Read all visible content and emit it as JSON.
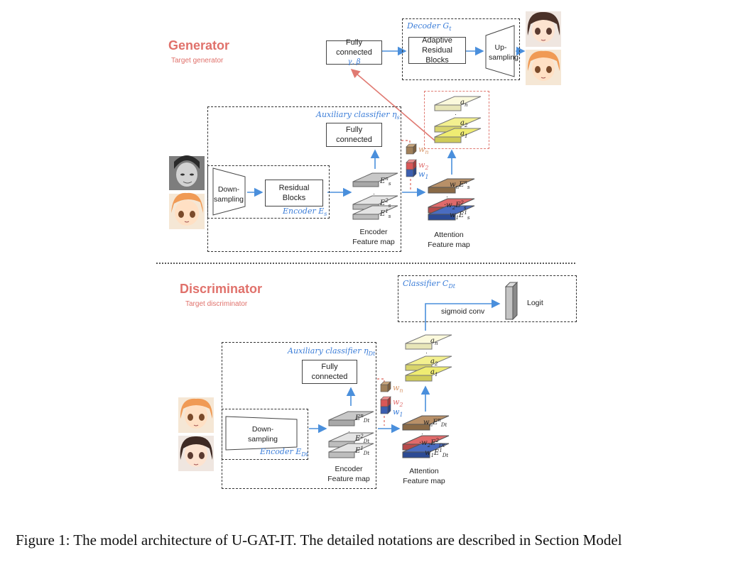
{
  "generator": {
    "title": "Generator",
    "subtitle": "Target generator",
    "decoder_label": "Decoder G",
    "decoder_sub": "t",
    "fc_top_label": "Fully connected",
    "fc_top_params": "γ, β",
    "adaptive_label": "Adaptive Residual Blocks",
    "upsampling_label": "Up-sampling",
    "aux_label": "Auxiliary classifier η",
    "aux_sub": "s",
    "fc_aux_label": "Fully connected",
    "downsampling_label": "Down-sampling",
    "residual_label": "Residual Blocks",
    "encoder_label": "Encoder E",
    "encoder_sub": "s",
    "encoder_fm_label": "Encoder Feature map",
    "attention_fm_label": "Attention Feature map",
    "weights": [
      "w",
      "w",
      "w"
    ],
    "weight_subs": [
      "n",
      "2",
      "1"
    ]
  },
  "discriminator": {
    "title": "Discriminator",
    "subtitle": "Target discriminator",
    "classifier_label": "Classifier C",
    "classifier_sub": "Dt",
    "sigmoid_label": "sigmoid conv",
    "logit_label": "Logit",
    "aux_label": "Auxiliary classifier η",
    "aux_sub": "Dt",
    "fc_aux_label": "Fully connected",
    "downsampling_label": "Down-sampling",
    "encoder_label": "Encoder E",
    "encoder_sub": "Dt",
    "encoder_fm_label": "Encoder Feature map",
    "attention_fm_label": "Attention Feature map",
    "weights": [
      "w",
      "w",
      "w"
    ],
    "weight_subs": [
      "n",
      "2",
      "1"
    ]
  },
  "caption": "Figure 1: The model architecture of U-GAT-IT. The detailed notations are described in Section Model",
  "colors": {
    "blue_arrow": "#4a8fdc",
    "red_arrow": "#e07a72",
    "brown": "#a0805a",
    "red_layer": "#d95757",
    "blue_layer": "#3c5fb0",
    "yellow_layer": "#f1ef86",
    "cream_layer": "#fbf9dc",
    "gray_layer": "#c8c8c8"
  }
}
